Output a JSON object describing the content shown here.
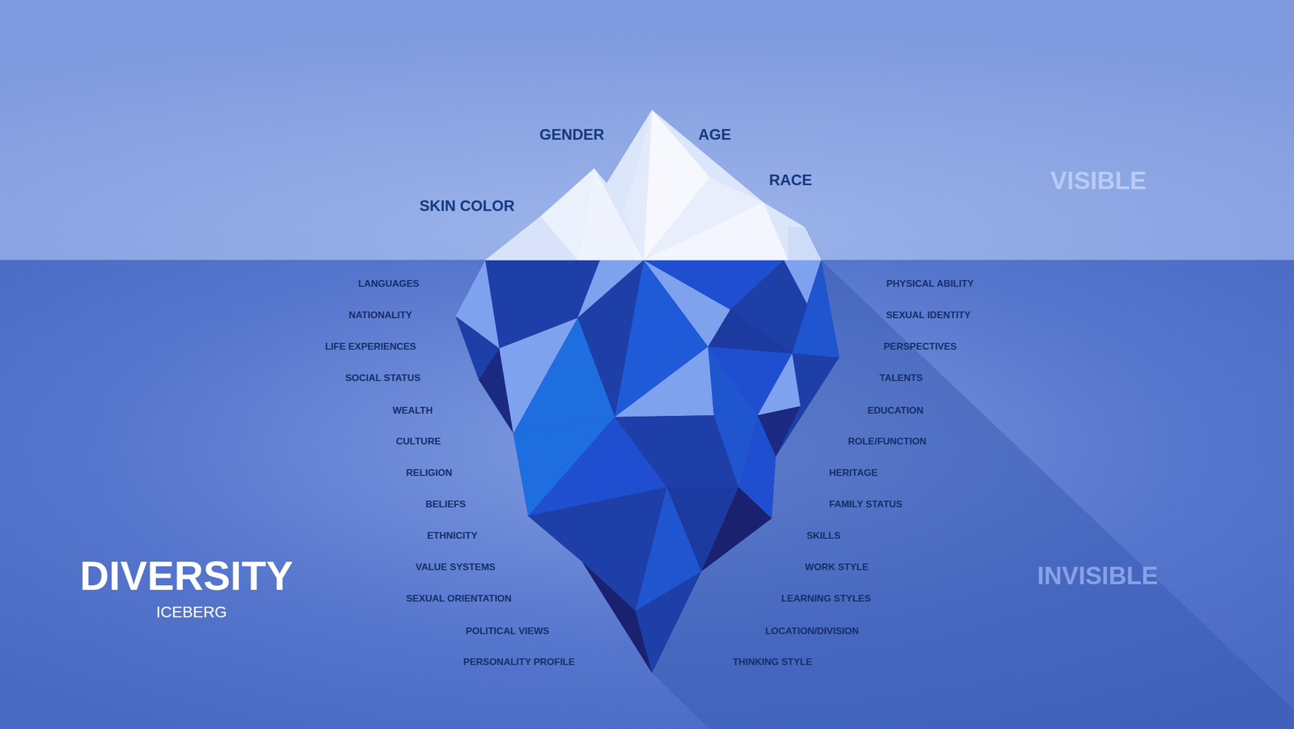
{
  "diagram": {
    "title": "DIVERSITY",
    "labels": [
      "GENDER",
      "AGE",
      "SKIN COLOR",
      "RACE",
      "VISIBLE",
      "LANGUAGES",
      "NATIONALITY",
      "LIFE EXPERIENCES",
      "SOCIAL STATUS",
      "WEALTH",
      "CULTURE",
      "RELIGION",
      "BELIEFS",
      "ETHNICITY",
      "VALUE SYSTEMS",
      "SEXUAL ORIENTATION",
      "POLITICAL VIEWS",
      "PERSONALITY PROFILE",
      "PHYSICAL ABILITY",
      "SEXUAL IDENTITY",
      "PERSPECTIVES",
      "TALENTS",
      "EDUCATION",
      "ROLE/FUNCTION",
      "HERITAGE",
      "FAMILY STATUS",
      "SKILLS",
      "WORK STYLE",
      "LEARNING STYLES",
      "LOCATION/DIVISION",
      "THINKING STYLE",
      "INVISIBLE",
      "ICEBERG"
    ]
  }
}
